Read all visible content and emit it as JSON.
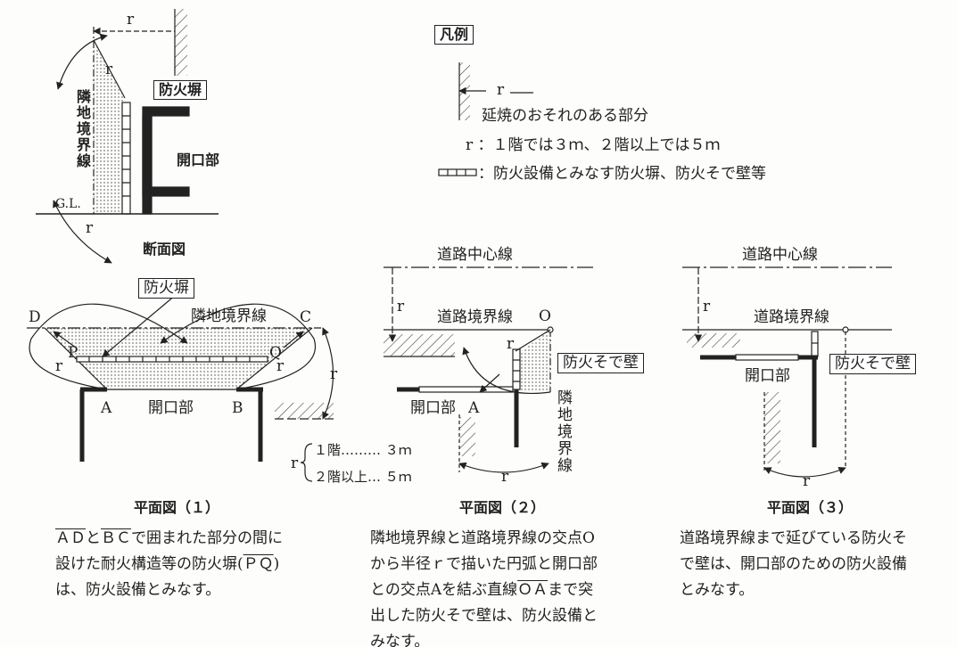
{
  "section": {
    "title": "断面図",
    "r": "r",
    "boundary_label": "隣地境界線",
    "firewall_label": "防火塀",
    "opening_label": "開口部",
    "gl_label": "G.L."
  },
  "legend": {
    "title": "凡例",
    "r": "r",
    "spread_label": "延焼のおそれのある部分",
    "r_definition": "r ：１階では３ｍ、２階以上では５ｍ",
    "equipment_label": "：防火設備とみなす防火塀、防火そで壁等"
  },
  "plan1": {
    "title": "平面図（１）",
    "D": "D",
    "C": "C",
    "P": "P",
    "Q": "Q",
    "A": "A",
    "B": "B",
    "r": "r",
    "boundary_label": "隣地境界線",
    "firewall_label": "防火塀",
    "opening_label": "開口部",
    "r_brace": "r",
    "r_floor1": "１階……… ３ｍ",
    "r_floor2": "２階以上… ５ｍ",
    "desc": {
      "seg_ad": "ＡＤ",
      "seg_and": "と",
      "seg_bc": "ＢＣ",
      "line1_rest": "で囲まれた部分の間に",
      "line2_a": "設けた耐火構造等の防火塀(",
      "seg_pq": "ＰＱ",
      "line2_b": ")",
      "line3": "は、防火設備とみなす。"
    }
  },
  "plan2": {
    "title": "平面図（２）",
    "center_line": "道路中心線",
    "road_boundary": "道路境界線",
    "O": "O",
    "A": "A",
    "r": "r",
    "opening_label": "開口部",
    "wing_wall_label": "防火そで壁",
    "boundary_label": "隣地境界線",
    "desc": {
      "line1": "隣地境界線と道路境界線の交点O",
      "line2": "から半径ｒで描いた円弧と開口部",
      "line3_a": "との交点Aを結ぶ直線",
      "seg_oa": "ＯＡ",
      "line3_b": "まで突",
      "line4": "出した防火そで壁は、防火設備と",
      "line5": "みなす。"
    }
  },
  "plan3": {
    "title": "平面図（３）",
    "center_line": "道路中心線",
    "road_boundary": "道路境界線",
    "r": "r",
    "opening_label": "開口部",
    "wing_wall_label": "防火そで壁",
    "desc": {
      "line1": "道路境界線まで延びている防火そ",
      "line2": "で壁は、開口部のための防火設備",
      "line3": "とみなす。"
    }
  }
}
